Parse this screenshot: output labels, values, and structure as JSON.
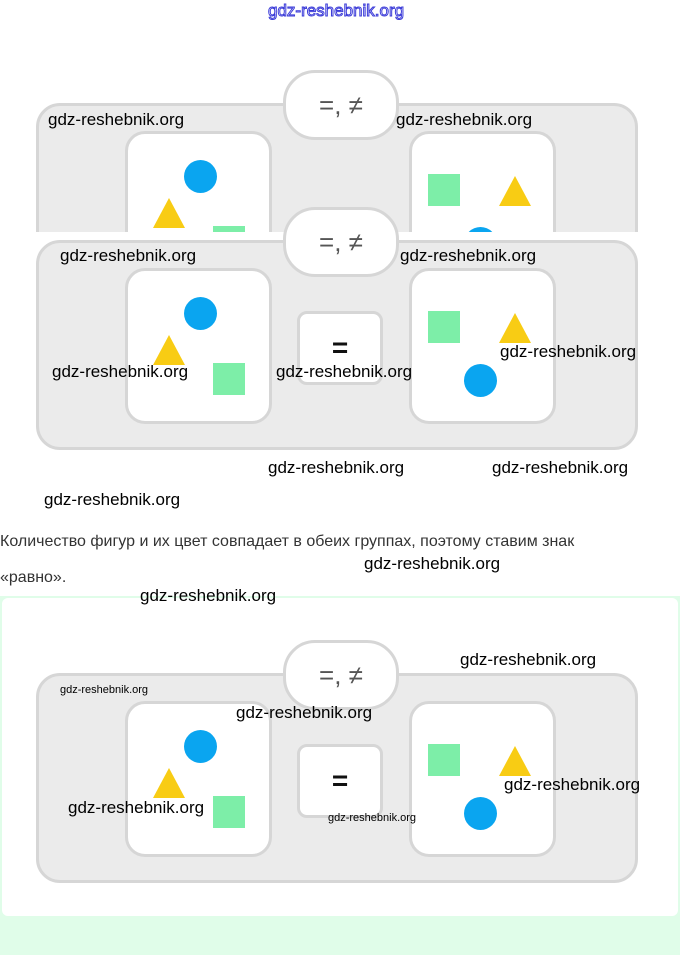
{
  "diagram": {
    "compare_symbols": "=, ≠",
    "answer_sign": "=",
    "colors": {
      "circle": "#0aa5f0",
      "triangle": "#f8cc14",
      "square": "#7deea8",
      "frame": "#d6d6d6",
      "background": "#ebebeb"
    }
  },
  "explanation": {
    "line1": "Количество фигур и их цвет совпадает в обеих группах, поэтому ставим знак",
    "line2": "«равно»."
  },
  "watermarks": [
    "gdz-reshebnik.org",
    "gdz-reshebnik.org",
    "gdz-reshebnik.org",
    "gdz-reshebnik.org",
    "gdz-reshebnik.org",
    "gdz-reshebnik.org",
    "gdz-reshebnik.org",
    "gdz-reshebnik.org",
    "gdz-reshebnik.org",
    "gdz-reshebnik.org",
    "gdz-reshebnik.org",
    "gdz-reshebnik.org",
    "gdz-reshebnik.org",
    "gdz-reshebnik.org",
    "gdz-reshebnik.org",
    "gdz-reshebnik.org",
    "gdz-reshebnik.org",
    "gdz-reshebnik.org",
    "gdz-reshebnik.org"
  ]
}
